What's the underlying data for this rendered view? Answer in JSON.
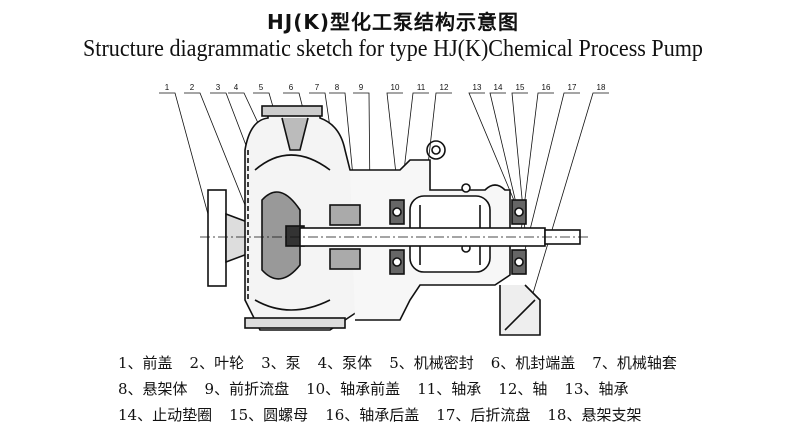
{
  "title_cn": "HJ(K)型化工泵结构示意图",
  "title_en": "Structure diagrammatic sketch for type HJ(K)Chemical Process Pump",
  "callouts": [
    "1",
    "2",
    "3",
    "4",
    "5",
    "6",
    "7",
    "8",
    "9",
    "10",
    "11",
    "12",
    "13",
    "14",
    "15",
    "16",
    "17",
    "18"
  ],
  "legend": [
    [
      "1、前盖",
      "2、叶轮",
      "3、泵",
      "4、泵体",
      "5、机械密封",
      "6、机封端盖",
      "7、机械轴套"
    ],
    [
      "8、悬架体",
      "9、前折流盘",
      "10、轴承前盖",
      "11、轴承",
      "12、轴",
      "13、轴承"
    ],
    [
      "14、止动垫圈",
      "15、圆螺母",
      "16、轴承后盖",
      "17、后折流盘",
      "18、悬架支架"
    ]
  ]
}
